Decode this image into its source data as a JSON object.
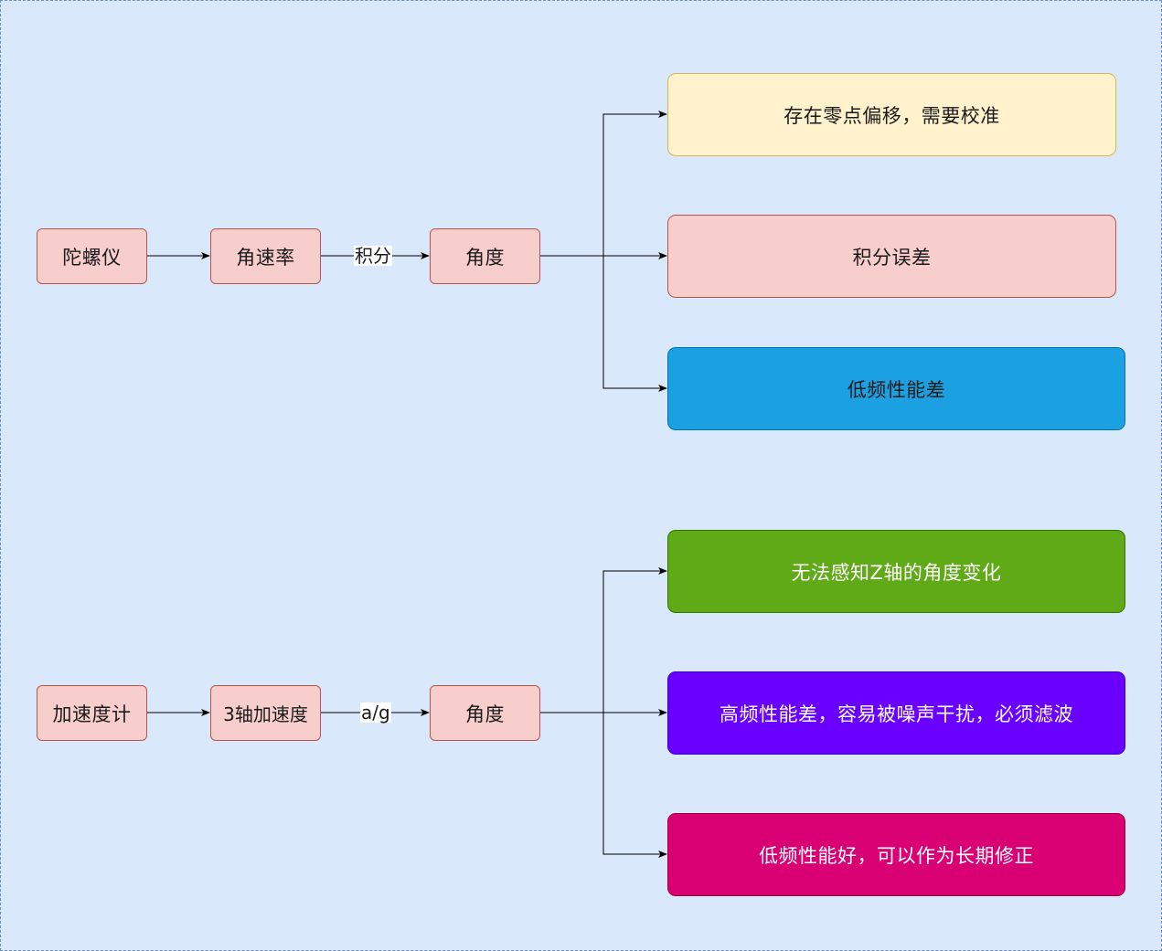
{
  "gyro_chain": {
    "sensor": "陀螺仪",
    "measured": "角速率",
    "operation_label": "积分",
    "result": "角度"
  },
  "gyro_traits": {
    "trait_1": "存在零点偏移，需要校准",
    "trait_2": "积分误差",
    "trait_3": "低频性能差"
  },
  "accel_chain": {
    "sensor": "加速度计",
    "measured": "3轴加速度",
    "operation_label": "a/g",
    "result": "角度"
  },
  "accel_traits": {
    "trait_1": "无法感知Z轴的角度变化",
    "trait_2": "高频性能差，容易被噪声干扰，必须滤波",
    "trait_3": "低频性能好，可以作为长期修正"
  },
  "colors": {
    "background": "#dae8fc",
    "pink_fill": "#f8cecc",
    "yellow_fill": "#fff2cc",
    "blue_fill": "#1ba1e2",
    "green_fill": "#60a917",
    "purple_fill": "#6a00ff",
    "magenta_fill": "#d80073"
  }
}
